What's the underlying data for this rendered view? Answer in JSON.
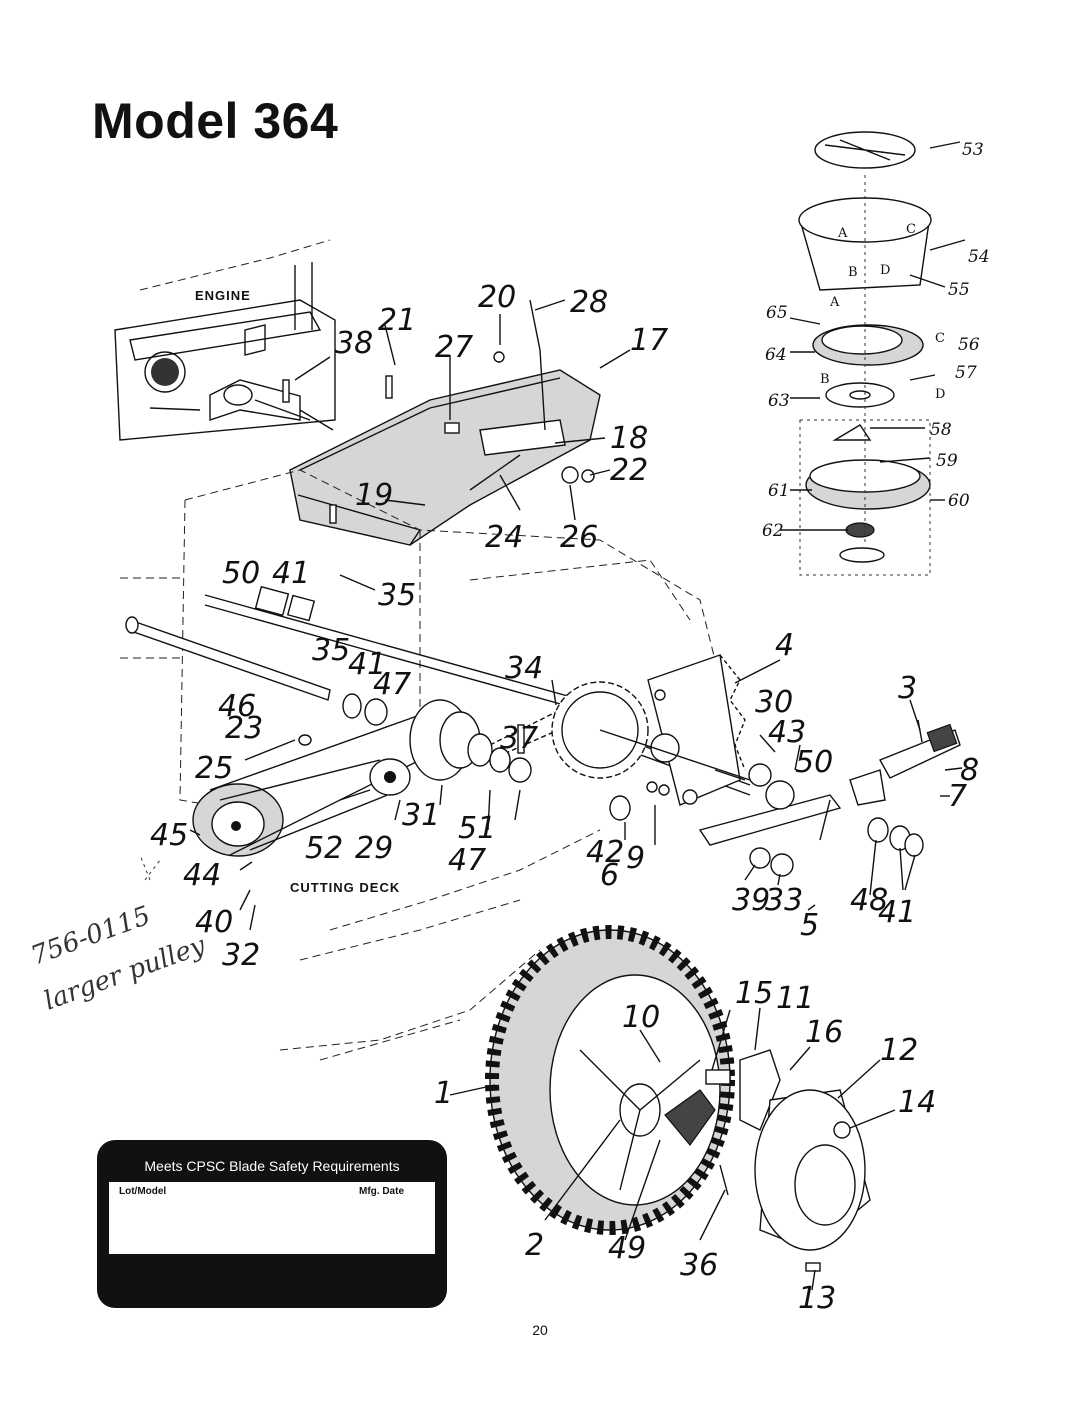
{
  "page_title": "Model 364",
  "page_number": "20",
  "section_labels": {
    "engine": "ENGINE",
    "cutting_deck": "CUTTING DECK"
  },
  "handwritten_note": {
    "part_number": "756-0115",
    "note": "larger pulley"
  },
  "safety_label": {
    "heading": "Meets CPSC Blade Safety Requirements",
    "lot_model": "Lot/Model",
    "mfg_date": "Mfg. Date"
  },
  "callouts": {
    "c1": "1",
    "c2": "2",
    "c3": "3",
    "c4": "4",
    "c5": "5",
    "c6": "6",
    "c7": "7",
    "c8": "8",
    "c9": "9",
    "c10": "10",
    "c11": "11",
    "c12": "12",
    "c13": "13",
    "c14": "14",
    "c15": "15",
    "c16": "16",
    "c17": "17",
    "c18": "18",
    "c19": "19",
    "c20": "20",
    "c21": "21",
    "c22": "22",
    "c23": "23",
    "c24": "24",
    "c25": "25",
    "c26": "26",
    "c27": "27",
    "c28": "28",
    "c29": "29",
    "c30": "30",
    "c31": "31",
    "c32": "32",
    "c33": "33",
    "c34": "34",
    "c35a": "35",
    "c35b": "35",
    "c36": "36",
    "c37": "37",
    "c38": "38",
    "c39": "39",
    "c40": "40",
    "c41a": "41",
    "c41b": "41",
    "c41c": "41",
    "c42": "42",
    "c43": "43",
    "c44": "44",
    "c45": "45",
    "c46": "46",
    "c47a": "47",
    "c47b": "47",
    "c48": "48",
    "c49": "49",
    "c50a": "50",
    "c50b": "50",
    "c51": "51",
    "c52": "52",
    "c53": "53",
    "c54": "54",
    "c55": "55",
    "c56": "56",
    "c57": "57",
    "c58": "58",
    "c59": "59",
    "c60": "60",
    "c61": "61",
    "c62": "62",
    "c63": "63",
    "c64": "64",
    "c65": "65"
  },
  "inset_letters": {
    "a1": "A",
    "b1": "B",
    "c1": "C",
    "d1": "D",
    "a2": "A",
    "b2": "B",
    "c2": "C",
    "d2": "D"
  }
}
